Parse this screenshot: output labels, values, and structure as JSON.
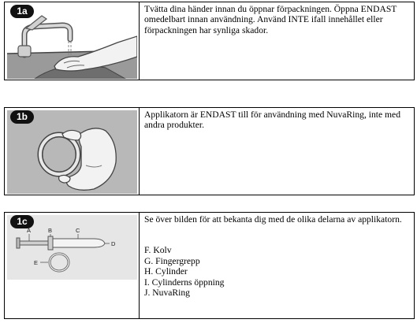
{
  "steps": [
    {
      "badge": "1a",
      "icon": "hand-washing-illustration",
      "text": "Tvätta dina händer innan du öppnar förpackningen. Öppna ENDAST omedelbart innan användning. Använd INTE ifall innehållet eller förpackningen har synliga skador."
    },
    {
      "badge": "1b",
      "icon": "hand-holding-ring-illustration",
      "text": "Applikatorn är ENDAST till för användning med NuvaRing, inte med andra produkter."
    },
    {
      "badge": "1c",
      "icon": "applicator-parts-diagram",
      "text": "Se över bilden för att bekanta dig med de olika delarna av applikatorn.",
      "diagram_labels": [
        "A",
        "B",
        "C",
        "D",
        "E"
      ],
      "parts": [
        "F. Kolv",
        "G. Fingergrepp",
        "H. Cylinder",
        "I. Cylinderns öppning",
        "J. NuvaRing"
      ]
    }
  ]
}
